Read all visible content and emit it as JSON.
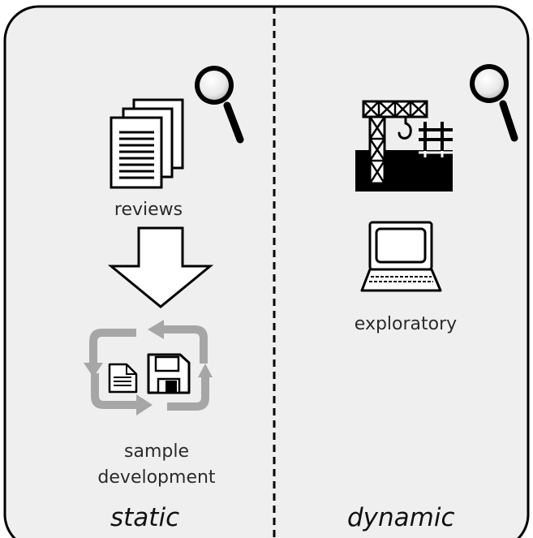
{
  "panels": {
    "static": {
      "title": "static",
      "labels": {
        "reviews": "reviews",
        "sample_line1": "sample",
        "sample_line2": "development"
      },
      "icons": [
        "documents-icon",
        "magnifier-icon",
        "down-arrow-icon",
        "cycle-arrows-icon",
        "document-icon",
        "floppy-disk-icon"
      ]
    },
    "dynamic": {
      "title": "dynamic",
      "labels": {
        "exploratory": "exploratory"
      },
      "icons": [
        "construction-site-icon",
        "magnifier-icon",
        "computer-terminal-icon"
      ]
    }
  },
  "colors": {
    "panel_background": "#efefef",
    "border": "#000000",
    "cycle_arrows": "#a6a6a6"
  }
}
